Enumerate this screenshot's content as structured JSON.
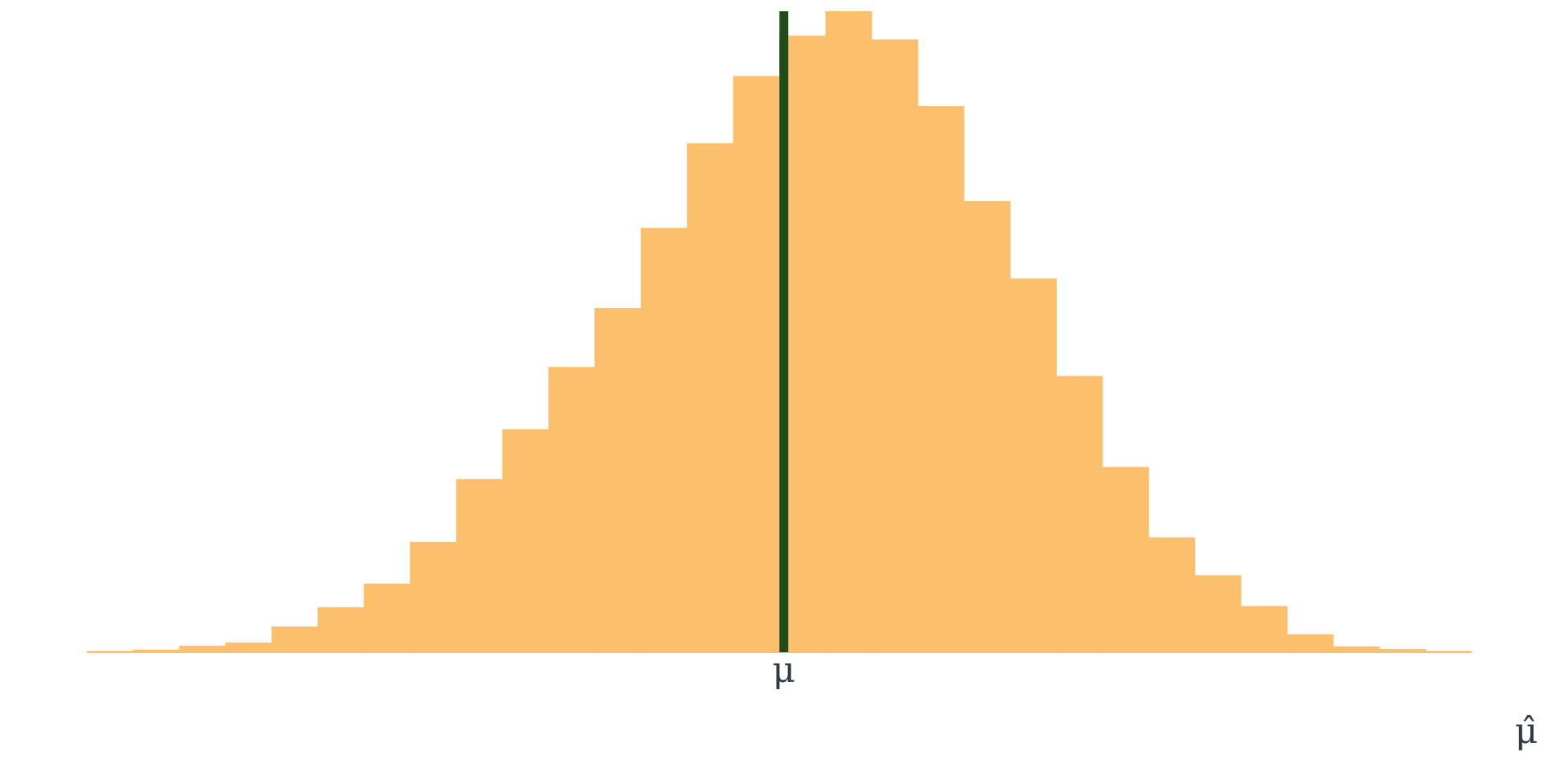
{
  "chart_data": {
    "type": "bar",
    "bins": 30,
    "values": [
      0.2,
      0.4,
      1.0,
      1.5,
      4.0,
      7.0,
      10.7,
      17.2,
      27.0,
      34.8,
      44.5,
      53.7,
      66.2,
      79.4,
      89.9,
      96.2,
      100.0,
      95.6,
      85.2,
      70.4,
      58.3,
      43.1,
      28.9,
      17.9,
      12.0,
      7.2,
      2.8,
      0.9,
      0.5,
      0.2
    ],
    "ylim": [
      0,
      100
    ],
    "reference_line": {
      "label": "μ",
      "bin_position": 15.1
    },
    "xlabel": "μ̂",
    "grid": false,
    "colors": {
      "bars": "#fcbf6c",
      "reference_line": "#1e4d1a",
      "text": "#2d3a4a"
    }
  }
}
